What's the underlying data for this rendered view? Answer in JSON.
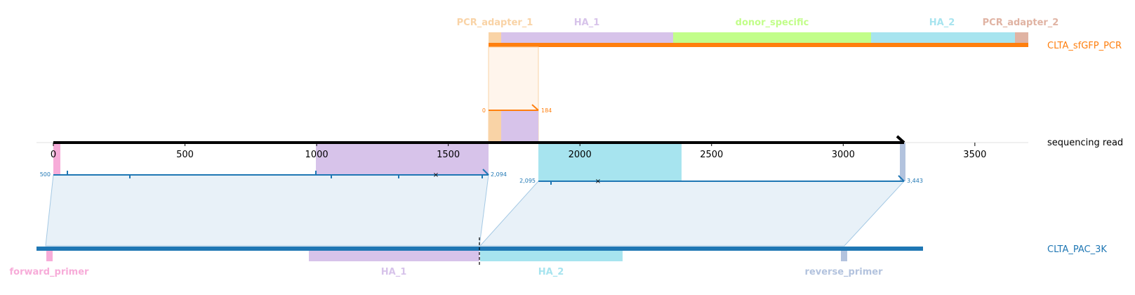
{
  "colors": {
    "read": "#000000",
    "pcr": "#ff7f0e",
    "plasmid": "#1f77b4",
    "pcr_adapter_1": "#f9d3a6",
    "ha_1": "#d7c3ea",
    "donor_specific": "#c2fe8a",
    "ha_2": "#a7e4ef",
    "pcr_adapter_2": "#e0b3a3",
    "forward_primer": "#f7acd9",
    "reverse_primer": "#b3c3de",
    "alignment_fill": "#e8f1f8",
    "alignment_line": "#a5c9e4"
  },
  "tracks": {
    "pcr": "CLTA_sfGFP_PCR",
    "read": "sequencing read",
    "plasmid": "CLTA_PAC_3K"
  },
  "features": {
    "pcr_adapter_1": "PCR_adapter_1",
    "ha_1_top": "HA_1",
    "donor_specific": "donor_specific",
    "ha_2_top": "HA_2",
    "pcr_adapter_2": "PCR_adapter_2",
    "forward_primer": "forward_primer",
    "ha_1_bottom": "HA_1",
    "ha_2_bottom": "HA_2",
    "reverse_primer": "reverse_primer"
  },
  "axis": {
    "ticks": [
      "0",
      "500",
      "1000",
      "1500",
      "2000",
      "2500",
      "3000",
      "3500"
    ]
  },
  "alignments": {
    "pcr_start": "0",
    "pcr_end": "184",
    "plasmid1_start": "500",
    "plasmid1_end": "2,094",
    "plasmid2_start": "2,095",
    "plasmid2_end": "3,443"
  }
}
